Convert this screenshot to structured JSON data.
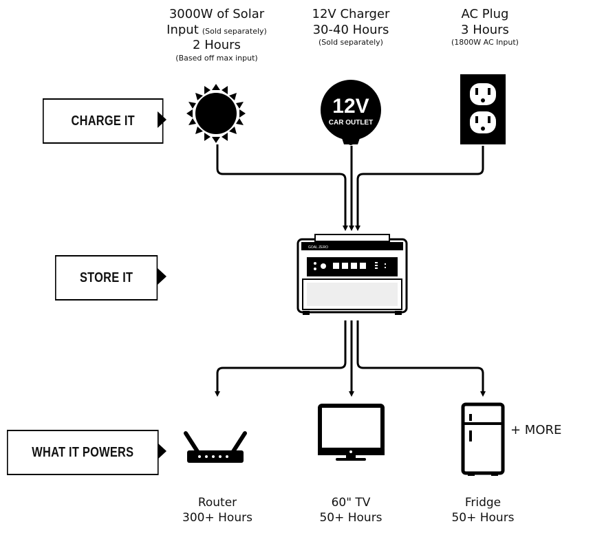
{
  "stages": {
    "charge": "CHARGE IT",
    "store": "STORE IT",
    "power": "WHAT IT POWERS"
  },
  "inputs": {
    "solar": {
      "line1": "3000W of Solar",
      "line2_main": "Input",
      "line2_note": "(Sold separately)",
      "line3": "2 Hours",
      "line4": "(Based off max input)"
    },
    "car": {
      "line1": "12V Charger",
      "line2": "30-40 Hours",
      "line3": "(Sold separately)",
      "icon_big": "12V",
      "icon_small": "CAR OUTLET"
    },
    "ac": {
      "line1": "AC Plug",
      "line2": "3 Hours",
      "line3": "(1800W AC Input)"
    }
  },
  "device": {
    "brand": "GOAL ZERO",
    "icon": "power-station-icon"
  },
  "outputs": {
    "router": {
      "name": "Router",
      "hours": "300+ Hours",
      "icon": "router-icon"
    },
    "tv": {
      "name": "60\" TV",
      "hours": "50+ Hours",
      "icon": "tv-icon"
    },
    "fridge": {
      "name": "Fridge",
      "hours": "50+ Hours",
      "icon": "fridge-icon"
    },
    "more": "+ MORE"
  },
  "colors": {
    "ink": "#000000",
    "background": "#ffffff"
  }
}
